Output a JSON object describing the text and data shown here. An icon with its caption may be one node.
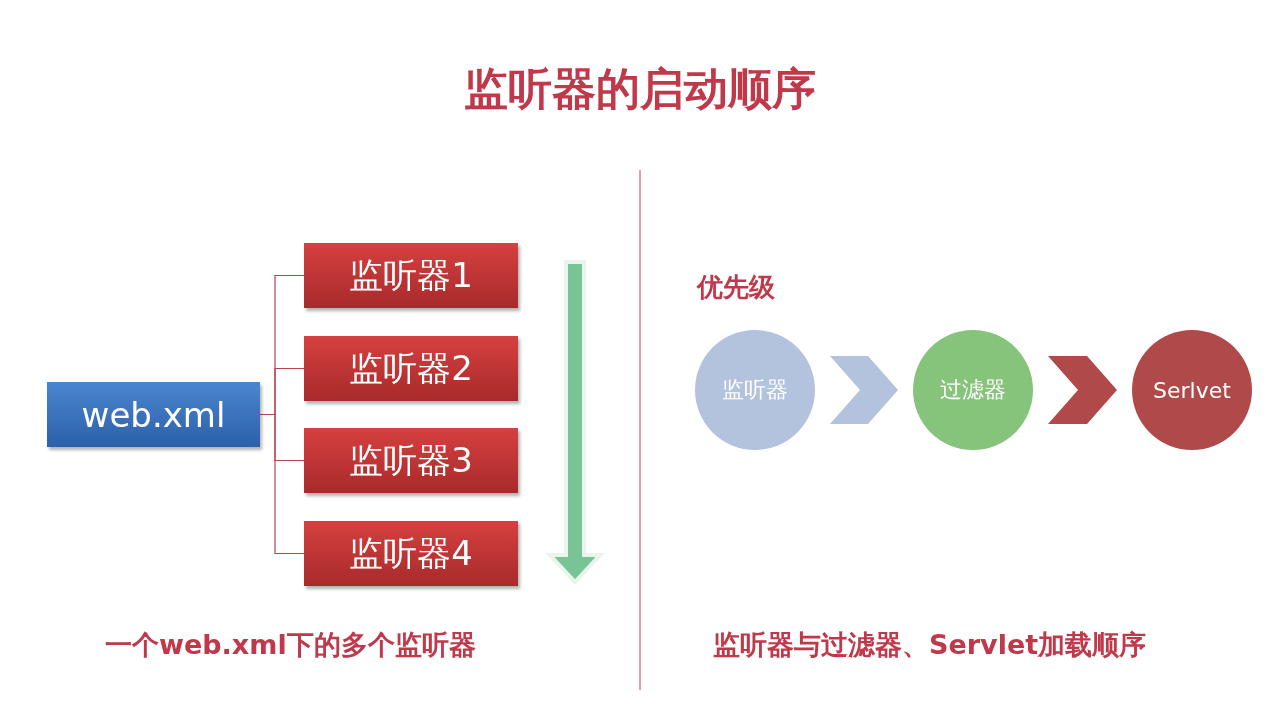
{
  "diagram": {
    "title": "监听器的启动顺序",
    "nodes": [
      {
        "text": [
          "web.xml"
        ]
      },
      {
        "text": [
          "监听器1"
        ]
      },
      {
        "text": [
          "监听器2"
        ]
      },
      {
        "text": [
          "监听器3"
        ]
      },
      {
        "text": [
          "监听器4"
        ]
      },
      {
        "text": [
          "监听器"
        ]
      },
      {
        "text": [
          "过滤器"
        ]
      },
      {
        "text": [
          "Serlvet"
        ]
      }
    ],
    "edges": [
      {
        "from": 0,
        "to": 1,
        "arrow": "none"
      },
      {
        "from": 0,
        "to": 2,
        "arrow": "none"
      },
      {
        "from": 0,
        "to": 3,
        "arrow": "none"
      },
      {
        "from": 0,
        "to": 4,
        "arrow": "none"
      },
      {
        "from": 5,
        "to": 6,
        "arrow": "to",
        "style": "thick",
        "color": "#b3c3de"
      },
      {
        "from": 6,
        "to": 7,
        "arrow": "to",
        "style": "thick",
        "color": "#b04a4a"
      }
    ],
    "labels": [
      "优先级",
      "一个web.xml下的多个监听器",
      "监听器与过滤器、Servlet加载顺序"
    ]
  }
}
